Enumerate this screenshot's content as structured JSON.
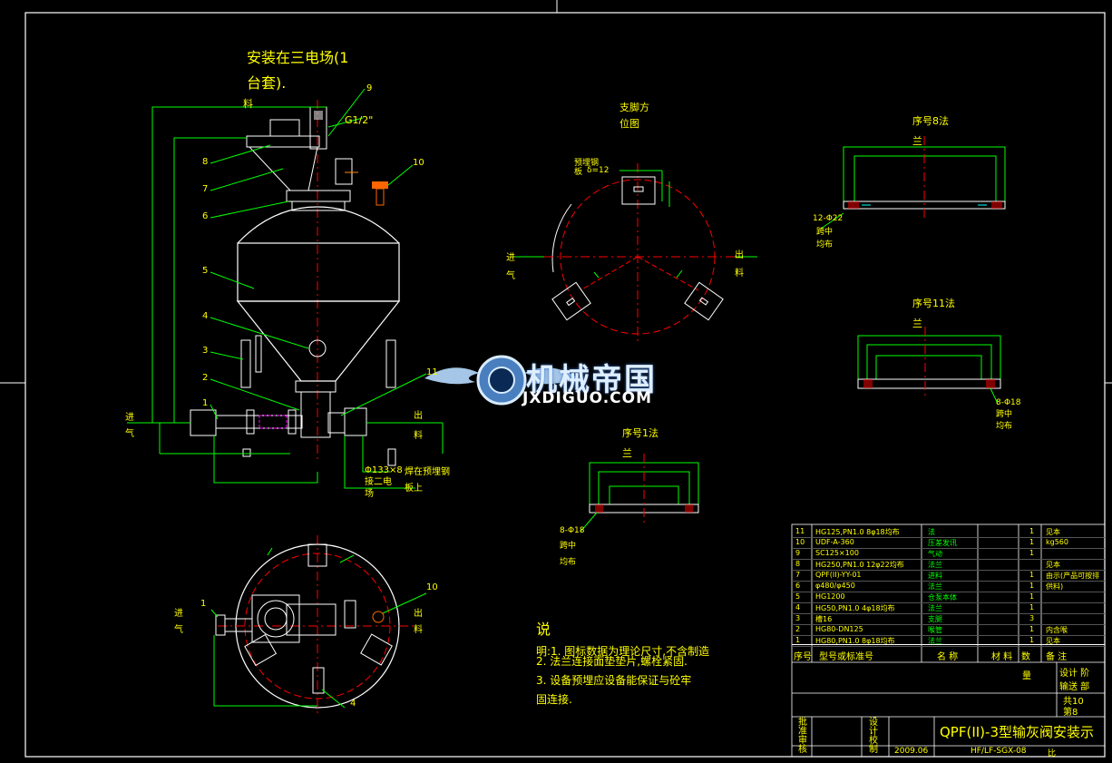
{
  "drawing": {
    "note_top": "安装在三电场(1",
    "note_top2": "台套).",
    "support_view": [
      "支脚方",
      "位图"
    ],
    "flange8": [
      "序号8法",
      "兰"
    ],
    "flange11": [
      "序号11法",
      "兰"
    ],
    "flange1": [
      "序号1法",
      "兰"
    ],
    "inlet": [
      "进",
      "气"
    ],
    "outlet": [
      "出",
      "料"
    ],
    "g_thread": "G1/2\"",
    "material_label": "料",
    "hole_12": "12-Φ22",
    "hole_8a": "8-Φ18",
    "hole_8b": "8-Φ18",
    "even_dist": [
      "跨中",
      "均布"
    ],
    "weld_plate": [
      "预埋钢",
      "板",
      "δ=12"
    ],
    "pipe_note": [
      "Φ133×8",
      "接二电",
      "场"
    ],
    "embed_note": [
      "焊在预埋钢",
      "板上"
    ],
    "part_numbers": [
      "1",
      "2",
      "3",
      "4",
      "5",
      "6",
      "7",
      "8",
      "9",
      "10",
      "11"
    ]
  },
  "notes": {
    "title": "说",
    "lines": [
      "明:1. 图标数据为理论尺寸,不含制造",
      "2. 法兰连接面垫垫片,螺栓紧固.",
      "3. 设备预埋应设备能保证与砼牢",
      "   固连接."
    ]
  },
  "watermark": {
    "cn": "机械帝国",
    "en": "JXDIGUO.COM"
  },
  "bom": {
    "rows": [
      {
        "no": "11",
        "code": "HG125,PN1.0  8φ18均布",
        "name": "法",
        "qty": "1",
        "mat": "见本"
      },
      {
        "no": "10",
        "code": "UDF-A-360",
        "name": "压差发讯",
        "qty": "1",
        "mat": "kg560"
      },
      {
        "no": "9",
        "code": "SC125×100",
        "name": "气动",
        "qty": "1",
        "mat": ""
      },
      {
        "no": "8",
        "code": "HG250,PN1.0  12φ22均布",
        "name": "法兰",
        "qty": "",
        "mat": "见本"
      },
      {
        "no": "7",
        "code": "QPF(II)-YY-01",
        "name": "进料",
        "qty": "1",
        "mat": "由示(产品可按排"
      },
      {
        "no": "6",
        "code": "φ480/φ450",
        "name": "法兰",
        "qty": "1",
        "mat": "供料)"
      },
      {
        "no": "5",
        "code": "HG1200",
        "name": "仓泵本体",
        "qty": "1",
        "mat": ""
      },
      {
        "no": "4",
        "code": "HG50,PN1.0  4φ18均布",
        "name": "法兰",
        "qty": "1",
        "mat": ""
      },
      {
        "no": "3",
        "code": "槽16",
        "name": "支腿",
        "qty": "3",
        "mat": ""
      },
      {
        "no": "2",
        "code": "HG80-DN125",
        "name": "喉管",
        "qty": "1",
        "mat": "内含喉"
      },
      {
        "no": "1",
        "code": "HG80,PN1.0  8φ18均布",
        "name": "法兰",
        "qty": "1",
        "mat": "见本"
      }
    ],
    "header": {
      "no": "序号",
      "code": "型号或标准号",
      "name": "名 称",
      "qty": "数",
      "mat_col": "材 料",
      "remark": "备 注"
    },
    "meta": {
      "weight": "量",
      "design": "设计 阶",
      "stage": "输送 部",
      "scale": "共10",
      "sheet": "第8"
    },
    "title_block": {
      "title": "QPF(II)-3型输灰阀安装示",
      "date": "2009.06",
      "drawing_no": "HF/LF-SGX-08",
      "left_labels": [
        "批",
        "准",
        "审",
        "核"
      ],
      "mid_labels": [
        "设",
        "计",
        "校",
        "制"
      ],
      "dn": "比"
    }
  },
  "colors": {
    "frame": "#ffffff",
    "equip": "#ffffff",
    "dim": "#00ff00",
    "center": "#ff0000",
    "text": "#ffff00",
    "accent": "#00ffff",
    "mag": "#ff00ff"
  }
}
